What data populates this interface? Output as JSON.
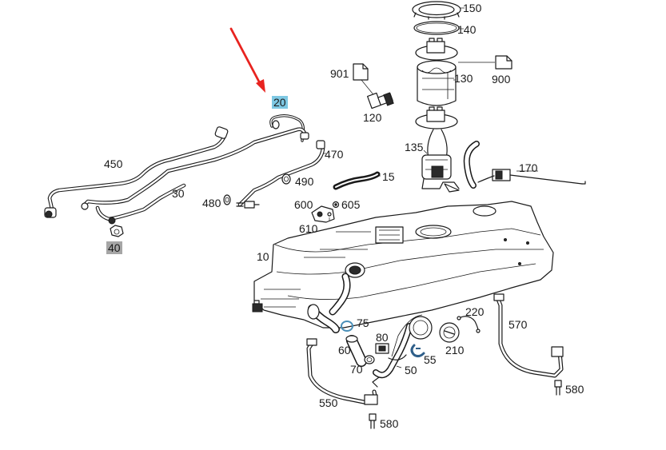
{
  "labels": {
    "p150": "150",
    "p140": "140",
    "p900": "900",
    "p130": "130",
    "p901": "901",
    "p120": "120",
    "p20": "20",
    "p450": "450",
    "p470": "470",
    "p490": "490",
    "p30": "30",
    "p480": "480",
    "p15": "15",
    "p135": "135",
    "p170": "170",
    "p600": "600",
    "p605": "605",
    "p610": "610",
    "p40": "40",
    "p10": "10",
    "p75": "75",
    "p80": "80",
    "p220": "220",
    "p570": "570",
    "p60": "60",
    "p55": "55",
    "p210": "210",
    "p70": "70",
    "p50": "50",
    "p550": "550",
    "p580a": "580",
    "p580b": "580"
  },
  "colors": {
    "highlight_20": "#7ec8e3",
    "highlight_40": "#a6a6a6",
    "pointer_arrow": "#e8231f",
    "line": "#1a1a1a",
    "background": "#ffffff"
  },
  "icons": {
    "pointer": "red-arrow-icon",
    "placeholder": "connector-placeholder-icon"
  }
}
